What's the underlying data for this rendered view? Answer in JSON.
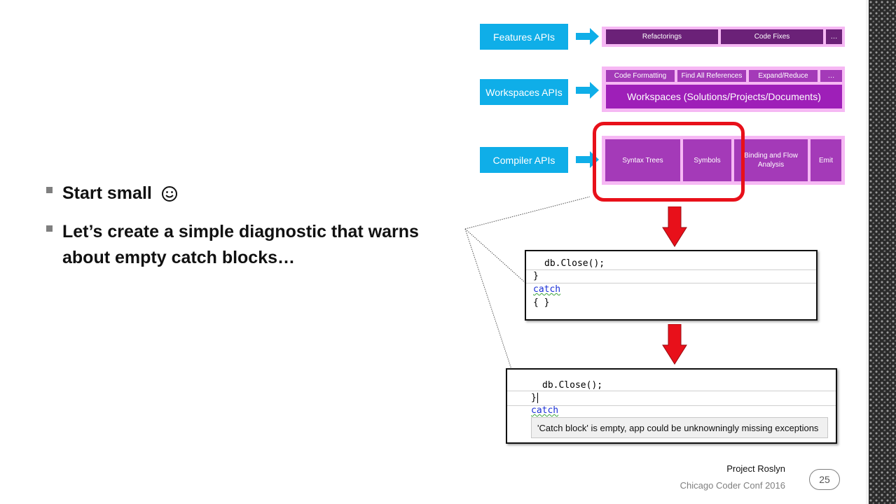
{
  "bullets": [
    "Start small",
    "Let’s create a simple diagnostic that warns about empty catch blocks…"
  ],
  "smiley_icon": "smiley-face-icon",
  "api_rows": {
    "features": {
      "label": "Features APIs",
      "boxes": [
        "Refactorings",
        "Code Fixes",
        "…"
      ]
    },
    "workspaces": {
      "label": "Workspaces APIs",
      "boxes": [
        "Code Formatting",
        "Find All References",
        "Expand/Reduce",
        "…"
      ],
      "main": "Workspaces (Solutions/Projects/Documents)"
    },
    "compiler": {
      "label": "Compiler APIs",
      "boxes": [
        "Syntax Trees",
        "Symbols",
        "Binding and Flow Analysis",
        "Emit"
      ]
    }
  },
  "code1": {
    "line1": "db.Close();",
    "line2": "}",
    "line3": "catch",
    "line4": "{ }"
  },
  "code2": {
    "line1": "db.Close();",
    "line2": "}",
    "line3": "catch",
    "tooltip": "'Catch block' is empty, app could be unknowningly missing exceptions"
  },
  "footer": {
    "title": "Project Roslyn",
    "subtitle": "Chicago Coder Conf 2016",
    "page": "25"
  },
  "colors": {
    "api_label": "#0faee8",
    "frame": "#f6b8f4",
    "highlight": "#e8101a"
  }
}
